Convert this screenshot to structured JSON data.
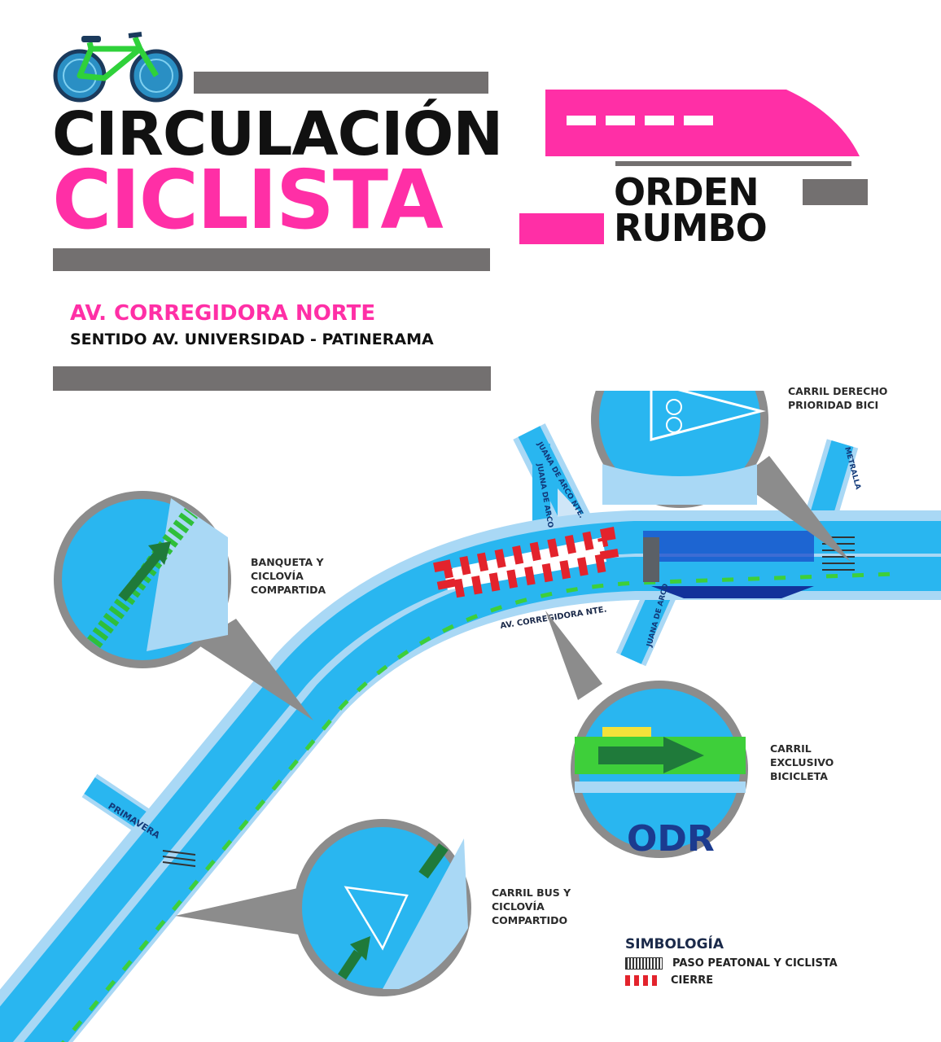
{
  "header": {
    "title_line1": "CIRCULACIÓN",
    "title_line2": "CICLISTA",
    "brand_line1": "ORDEN",
    "brand_line2": "RUMBO",
    "avenue": "AV. CORREGIDORA NORTE",
    "direction": "SENTIDO AV. UNIVERSIDAD - PATINERAMA"
  },
  "colors": {
    "pink": "#ff2fa6",
    "gray": "#737070",
    "road": "#29b6f0",
    "sidewalk": "#a9d8f5",
    "bike_lane": "#3ecf3a"
  },
  "map": {
    "streets": [
      "JUANA DE ARCO NTE.",
      "JUANA DE ARCO",
      "JUANA DE ARCO",
      "METRALLA",
      "AV. CORREGIDORA NTE.",
      "PRIMAVERA"
    ],
    "callouts": [
      {
        "label_line1": "BANQUETA Y",
        "label_line2": "CICLOVÍA",
        "label_line3": "COMPARTIDA"
      },
      {
        "label_line1": "CARRIL DERECHO",
        "label_line2": "PRIORIDAD BICI"
      },
      {
        "label_line1": "CARRIL",
        "label_line2": "EXCLUSIVO",
        "label_line3": "BICICLETA",
        "sign_text": "ODR"
      },
      {
        "label_line1": "CARRIL BUS Y",
        "label_line2": "CICLOVÍA",
        "label_line3": "COMPARTIDO"
      }
    ]
  },
  "legend": {
    "title": "SIMBOLOGÍA",
    "items": [
      {
        "icon": "crosswalk-icon",
        "label": "PASO PEATONAL Y CICLISTA"
      },
      {
        "icon": "closure-icon",
        "label": "CIERRE"
      }
    ]
  }
}
